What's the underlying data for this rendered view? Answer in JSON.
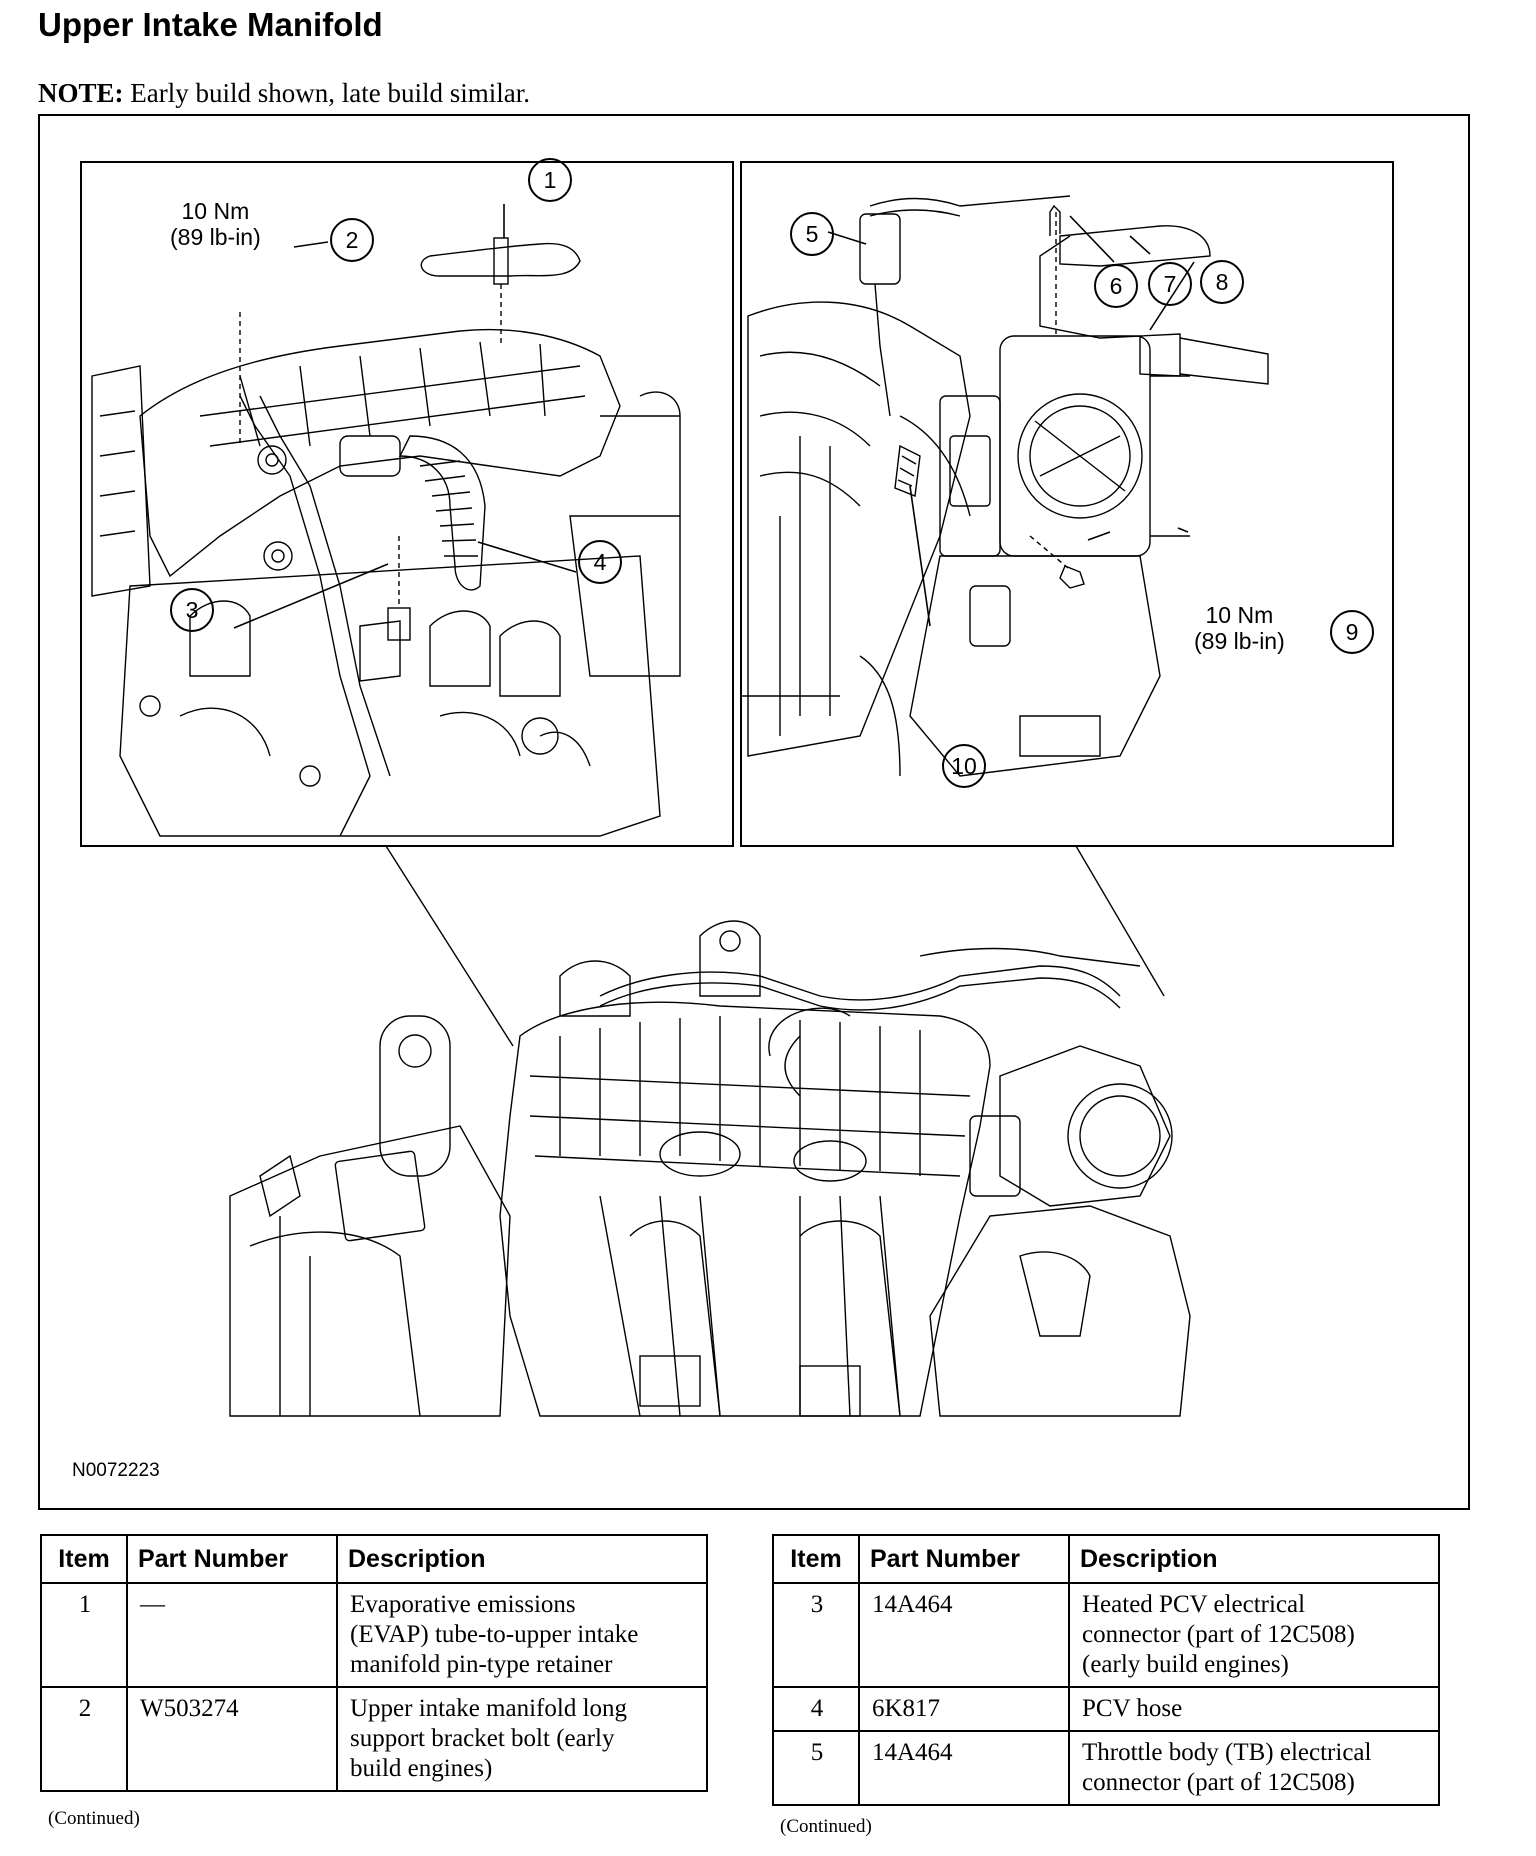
{
  "page": {
    "title": "Upper Intake Manifold",
    "note_label": "NOTE:",
    "note_text": " Early build shown, late build similar.",
    "figure_code": "N0072223"
  },
  "figure": {
    "torque_left": {
      "nm": "10 Nm",
      "lbin": "(89 lb-in)"
    },
    "torque_right": {
      "nm": "10 Nm",
      "lbin": "(89 lb-in)"
    },
    "callouts": [
      "1",
      "2",
      "3",
      "4",
      "5",
      "6",
      "7",
      "8",
      "9",
      "10"
    ]
  },
  "tables": {
    "headers": {
      "item": "Item",
      "part_number": "Part Number",
      "description": "Description"
    },
    "left_rows": [
      {
        "item": "1",
        "part_number": "—",
        "description": [
          "Evaporative emissions",
          "(EVAP) tube-to-upper intake",
          "manifold pin-type retainer"
        ]
      },
      {
        "item": "2",
        "part_number": "W503274",
        "description": [
          "Upper intake manifold long",
          "support bracket bolt (early",
          "build engines)"
        ]
      }
    ],
    "right_rows": [
      {
        "item": "3",
        "part_number": "14A464",
        "description": [
          "Heated PCV electrical",
          "connector (part of 12C508)",
          "(early build engines)"
        ]
      },
      {
        "item": "4",
        "part_number": "6K817",
        "description": [
          "PCV hose"
        ]
      },
      {
        "item": "5",
        "part_number": "14A464",
        "description": [
          "Throttle body (TB) electrical",
          "connector (part of 12C508)"
        ]
      }
    ],
    "continued": "(Continued)"
  }
}
